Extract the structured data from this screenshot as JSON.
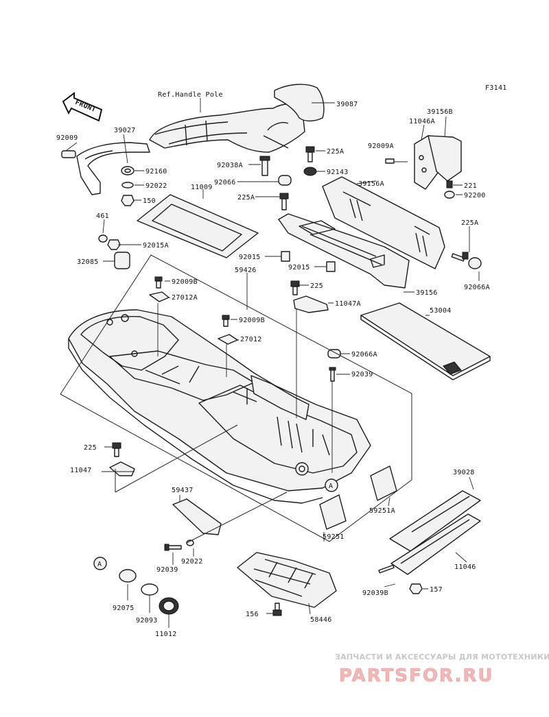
{
  "diagram_code": "F3141",
  "front_label": "FRONT",
  "reference_label": "Ref.Handle Pole",
  "callout_letter": "A",
  "parts": [
    {
      "id": "p39087",
      "number": "39087"
    },
    {
      "id": "p92009",
      "number": "92009"
    },
    {
      "id": "p39027",
      "number": "39027"
    },
    {
      "id": "p92160",
      "number": "92160"
    },
    {
      "id": "p92022a",
      "number": "92022"
    },
    {
      "id": "p150",
      "number": "150"
    },
    {
      "id": "p461",
      "number": "461"
    },
    {
      "id": "p92015a",
      "number": "92015A"
    },
    {
      "id": "p11009",
      "number": "11009"
    },
    {
      "id": "p92038a",
      "number": "92038A"
    },
    {
      "id": "p92066",
      "number": "92066"
    },
    {
      "id": "p225a1",
      "number": "225A"
    },
    {
      "id": "p225a2",
      "number": "225A"
    },
    {
      "id": "p92143",
      "number": "92143"
    },
    {
      "id": "p92009a",
      "number": "92009A"
    },
    {
      "id": "p11046a",
      "number": "11046A"
    },
    {
      "id": "p39156b",
      "number": "39156B"
    },
    {
      "id": "p221",
      "number": "221"
    },
    {
      "id": "p92200",
      "number": "92200"
    },
    {
      "id": "p39156a",
      "number": "39156A"
    },
    {
      "id": "p225a3",
      "number": "225A"
    },
    {
      "id": "p92066a",
      "number": "92066A"
    },
    {
      "id": "p92015b",
      "number": "92015"
    },
    {
      "id": "p92015c",
      "number": "92015"
    },
    {
      "id": "p39156",
      "number": "39156"
    },
    {
      "id": "p32085",
      "number": "32085"
    },
    {
      "id": "p59426",
      "number": "59426"
    },
    {
      "id": "p92009b",
      "number": "92009B"
    },
    {
      "id": "p27012a",
      "number": "27012A"
    },
    {
      "id": "p225b",
      "number": "225"
    },
    {
      "id": "p11047a",
      "number": "11047A"
    },
    {
      "id": "p92009b2",
      "number": "92009B"
    },
    {
      "id": "p27012",
      "number": "27012"
    },
    {
      "id": "p53004",
      "number": "53004"
    },
    {
      "id": "p92066a2",
      "number": "92066A"
    },
    {
      "id": "p92039a",
      "number": "92039"
    },
    {
      "id": "p225c",
      "number": "225"
    },
    {
      "id": "p11047",
      "number": "11047"
    },
    {
      "id": "p59437",
      "number": "59437"
    },
    {
      "id": "p59251a",
      "number": "59251A"
    },
    {
      "id": "p59251",
      "number": "59251"
    },
    {
      "id": "p39028",
      "number": "39028"
    },
    {
      "id": "p92039b",
      "number": "92039"
    },
    {
      "id": "p92022b",
      "number": "92022"
    },
    {
      "id": "p11046",
      "number": "11046"
    },
    {
      "id": "p92075",
      "number": "92075"
    },
    {
      "id": "p92093",
      "number": "92093"
    },
    {
      "id": "p11012",
      "number": "11012"
    },
    {
      "id": "p156",
      "number": "156"
    },
    {
      "id": "p58446",
      "number": "58446"
    },
    {
      "id": "p92039b2",
      "number": "92039B"
    },
    {
      "id": "p157",
      "number": "157"
    }
  ],
  "watermark": {
    "subtitle": "ЗАПЧАСТИ И АКСЕССУАРЫ ДЛЯ МОТОТЕХНИКИ",
    "brand": "PARTSFOR.RU"
  }
}
